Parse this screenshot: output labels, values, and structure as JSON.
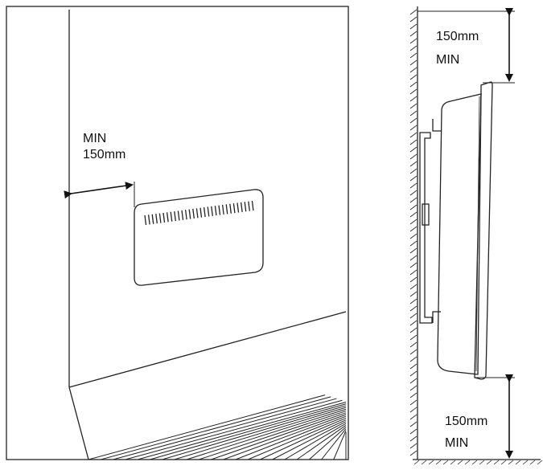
{
  "front_view": {
    "side_clearance_label_line1": "MIN",
    "side_clearance_label_line2": "150mm"
  },
  "side_view": {
    "top_clearance_label_line1": "150mm",
    "top_clearance_label_line2": "MIN",
    "bottom_clearance_label_line1": "150mm",
    "bottom_clearance_label_line2": "MIN"
  },
  "colors": {
    "line": "#222222",
    "background": "#ffffff"
  }
}
